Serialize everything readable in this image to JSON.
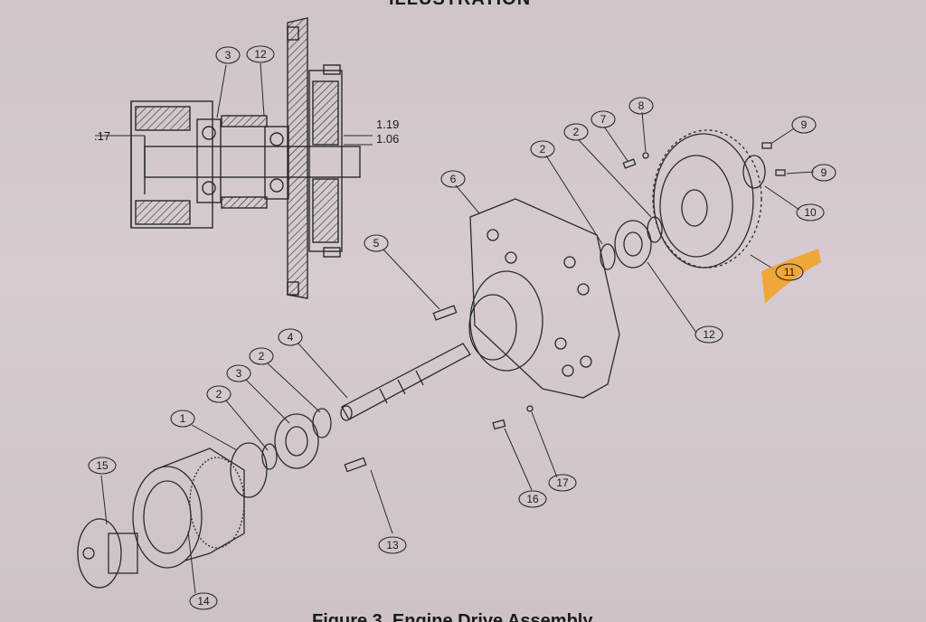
{
  "header": {
    "title_partial": "ILLUSTRATION"
  },
  "caption": {
    "text_partial": "Figure 3. Engine Drive Assembly"
  },
  "dimensions": {
    "left": ".17",
    "right_top": "1.19",
    "right_bottom": "1.06"
  },
  "callouts": {
    "c1": "1",
    "c2a": "2",
    "c2b": "2",
    "c2c": "2",
    "c2d": "2",
    "c3a": "3",
    "c3b": "3",
    "c4": "4",
    "c5": "5",
    "c6": "6",
    "c7": "7",
    "c8": "8",
    "c9a": "9",
    "c9b": "9",
    "c10": "10",
    "c11": "11",
    "c12a": "12",
    "c12b": "12",
    "c13": "13",
    "c14": "14",
    "c15": "15",
    "c16": "16",
    "c17": "17"
  },
  "colors": {
    "ink": "#2a2a2a",
    "paper": "#d6cbd3",
    "highlight": "#f5a11c"
  }
}
